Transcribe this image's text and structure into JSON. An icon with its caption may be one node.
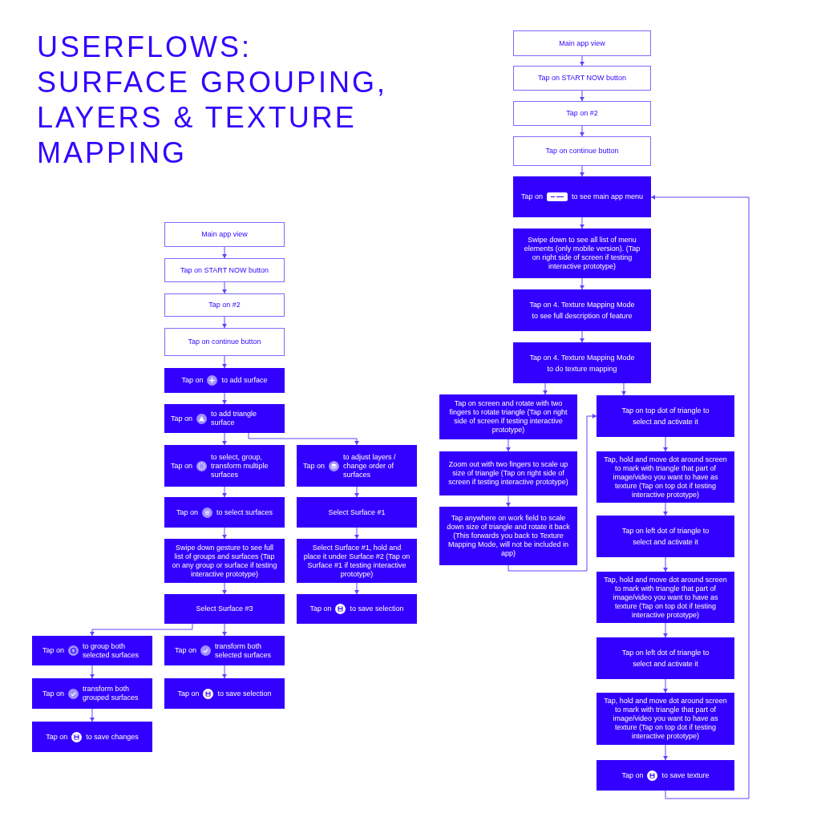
{
  "diagram": {
    "title": "USERFLOWS: SURFACE GROUPING, LAYERS & TEXTURE MAPPING",
    "nodes": [
      {
        "text": [
          "Main app view"
        ]
      },
      {
        "text": [
          "Tap on START NOW button"
        ]
      },
      {
        "text": [
          "Tap on #2"
        ]
      },
      {
        "text": [
          "Tap on continue button"
        ]
      },
      {
        "text": [
          "Tap on",
          "to add surface"
        ]
      },
      {
        "text": [
          "Tap on",
          "to add triangle surface"
        ]
      },
      {
        "text": [
          "Tap on",
          "to select, group, transform multiple surfaces"
        ]
      },
      {
        "text": [
          "Tap on",
          "to adjust layers / change order of surfaces"
        ]
      },
      {
        "text": [
          "Tap on",
          "to select surfaces"
        ]
      },
      {
        "text": [
          "Select Surface #1"
        ]
      },
      {
        "text": [
          "Swipe down gesture to see full list of groups and surfaces (Tap on any group or surface if testing interactive prototype)"
        ]
      },
      {
        "text": [
          "Select Surface #1, hold and place it under Surface #2 (Tap on Surface #1 if testing interactive prototype)"
        ]
      },
      {
        "text": [
          "Select Surface #3"
        ]
      },
      {
        "text": [
          "Tap on",
          "to save selection"
        ]
      },
      {
        "text": [
          "Tap on",
          "to group both selected surfaces"
        ]
      },
      {
        "text": [
          "Tap on",
          "transform both selected surfaces"
        ]
      },
      {
        "text": [
          "Tap on",
          "transform both grouped surfaces"
        ]
      },
      {
        "text": [
          "Tap on",
          "to save selection"
        ]
      },
      {
        "text": [
          "Tap on",
          "to save changes"
        ]
      },
      {
        "text": [
          "Main app view"
        ]
      },
      {
        "text": [
          "Tap on START NOW button"
        ]
      },
      {
        "text": [
          "Tap on #2"
        ]
      },
      {
        "text": [
          "Tap on continue button"
        ]
      },
      {
        "text": [
          "Tap on",
          "to see main app menu"
        ]
      },
      {
        "text": [
          "Swipe down to see all list of menu elements (only mobile version). (Tap on right side of screen if testing interactive prototype)"
        ]
      },
      {
        "text": [
          "Tap on 4. Texture Mapping Mode to see full description of feature"
        ]
      },
      {
        "text": [
          "Tap on 4. Texture Mapping Mode to do texture mapping"
        ]
      },
      {
        "text": [
          "Tap on screen and rotate with two fingers to rotate triangle (Tap on right side of screen if testing interactive prototype)"
        ]
      },
      {
        "text": [
          "Zoom out with two fingers to scale up size of triangle (Tap on right side of screen if testing interactive prototype)"
        ]
      },
      {
        "text": [
          "Tap anywhere on work field to scale down size of triangle and rotate it back (This forwards you back to Texture Mapping Mode, will not be included in app)"
        ]
      },
      {
        "text": [
          "Tap on top dot of triangle to select and activate it"
        ]
      },
      {
        "text": [
          "Tap, hold and move dot around screen to mark with triangle that part of image/video you want to have as texture (Tap on top dot if testing interactive prototype)"
        ]
      },
      {
        "text": [
          "Tap on left dot of triangle to select and activate it"
        ]
      },
      {
        "text": [
          "Tap, hold and move dot around screen to mark with triangle that part of image/video you want to have as texture (Tap on top dot if testing interactive prototype)"
        ]
      },
      {
        "text": [
          "Tap on left dot of triangle to select and activate it"
        ]
      },
      {
        "text": [
          "Tap, hold and move dot around screen to mark with triangle that part of image/video you want to have as texture (Tap on top dot if testing interactive prototype)"
        ]
      },
      {
        "text": [
          "Tap on",
          "to save texture"
        ]
      }
    ],
    "edges": [
      {
        "from": 0,
        "to": 1,
        "arrow": "to"
      },
      {
        "from": 1,
        "to": 2,
        "arrow": "to"
      },
      {
        "from": 2,
        "to": 3,
        "arrow": "to"
      },
      {
        "from": 3,
        "to": 4,
        "arrow": "to"
      },
      {
        "from": 4,
        "to": 5,
        "arrow": "to"
      },
      {
        "from": 5,
        "to": 6,
        "arrow": "to"
      },
      {
        "from": 5,
        "to": 7,
        "arrow": "to"
      },
      {
        "from": 6,
        "to": 8,
        "arrow": "to"
      },
      {
        "from": 8,
        "to": 10,
        "arrow": "to"
      },
      {
        "from": 10,
        "to": 12,
        "arrow": "to"
      },
      {
        "from": 7,
        "to": 9,
        "arrow": "to"
      },
      {
        "from": 9,
        "to": 11,
        "arrow": "to"
      },
      {
        "from": 11,
        "to": 13,
        "arrow": "to"
      },
      {
        "from": 12,
        "to": 14,
        "arrow": "to"
      },
      {
        "from": 12,
        "to": 15,
        "arrow": "to"
      },
      {
        "from": 14,
        "to": 16,
        "arrow": "to"
      },
      {
        "from": 16,
        "to": 18,
        "arrow": "to"
      },
      {
        "from": 15,
        "to": 17,
        "arrow": "to"
      },
      {
        "from": 19,
        "to": 20,
        "arrow": "to"
      },
      {
        "from": 20,
        "to": 21,
        "arrow": "to"
      },
      {
        "from": 21,
        "to": 22,
        "arrow": "to"
      },
      {
        "from": 22,
        "to": 23,
        "arrow": "to"
      },
      {
        "from": 23,
        "to": 24,
        "arrow": "to"
      },
      {
        "from": 24,
        "to": 25,
        "arrow": "to"
      },
      {
        "from": 25,
        "to": 26,
        "arrow": "to"
      },
      {
        "from": 26,
        "to": 27,
        "arrow": "to"
      },
      {
        "from": 26,
        "to": 30,
        "arrow": "to"
      },
      {
        "from": 27,
        "to": 28,
        "arrow": "to"
      },
      {
        "from": 28,
        "to": 29,
        "arrow": "to"
      },
      {
        "from": 29,
        "to": 30,
        "arrow": "to"
      },
      {
        "from": 30,
        "to": 31,
        "arrow": "to"
      },
      {
        "from": 31,
        "to": 32,
        "arrow": "to"
      },
      {
        "from": 32,
        "to": 33,
        "arrow": "to"
      },
      {
        "from": 33,
        "to": 34,
        "arrow": "to"
      },
      {
        "from": 34,
        "to": 35,
        "arrow": "to"
      },
      {
        "from": 35,
        "to": 36,
        "arrow": "to"
      },
      {
        "from": 36,
        "to": 23,
        "arrow": "to"
      }
    ]
  }
}
